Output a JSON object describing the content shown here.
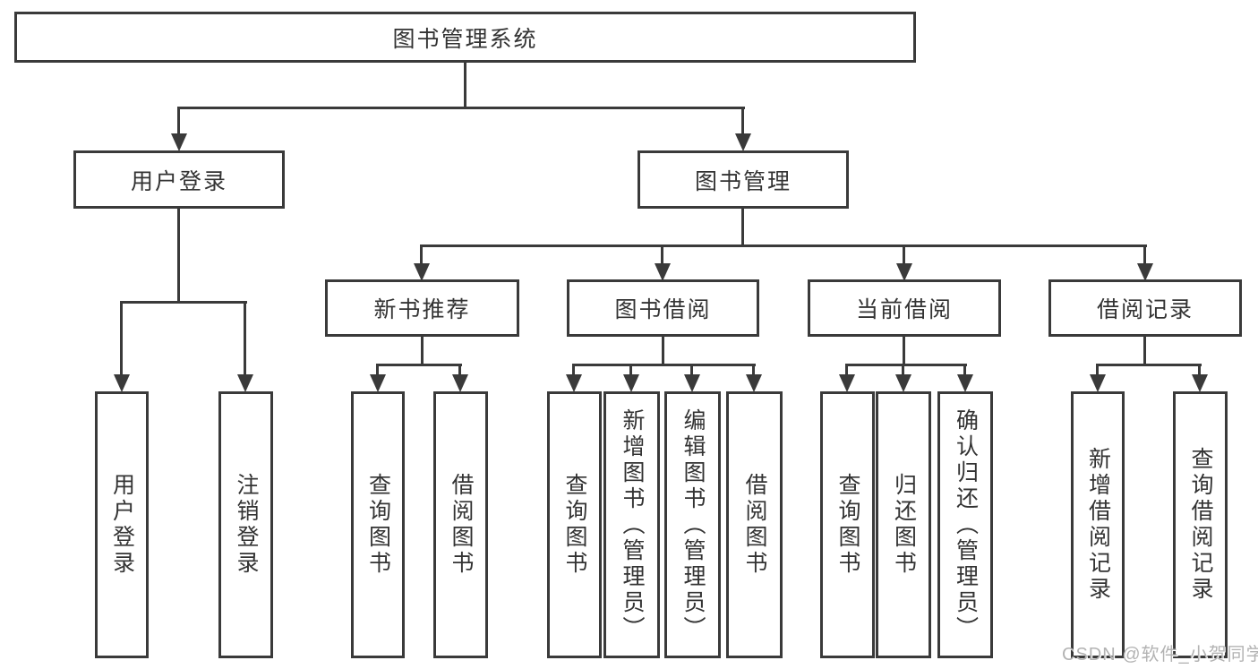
{
  "diagram": {
    "root": "图书管理系统",
    "level2": [
      "用户登录",
      "图书管理"
    ],
    "level3": [
      "新书推荐",
      "图书借阅",
      "当前借阅",
      "借阅记录"
    ],
    "leaves_user_login": [
      "用户登录",
      "注销登录"
    ],
    "leaves_new_book": [
      "查询图书",
      "借阅图书"
    ],
    "leaves_book_borrow": [
      "查询图书",
      "新增图书（管理员）",
      "编辑图书（管理员）",
      "借阅图书"
    ],
    "leaves_current_borrow": [
      "查询图书",
      "归还图书",
      "确认归还（管理员）"
    ],
    "leaves_borrow_record": [
      "新增借阅记录",
      "查询借阅记录"
    ]
  },
  "watermark": {
    "text": "CSDN @软件_小贺同学"
  },
  "colors": {
    "line": "#3a3a3a",
    "border": "#3a3a3a",
    "text": "#333333",
    "watermark": "#b3b3b3",
    "background": "#ffffff"
  }
}
